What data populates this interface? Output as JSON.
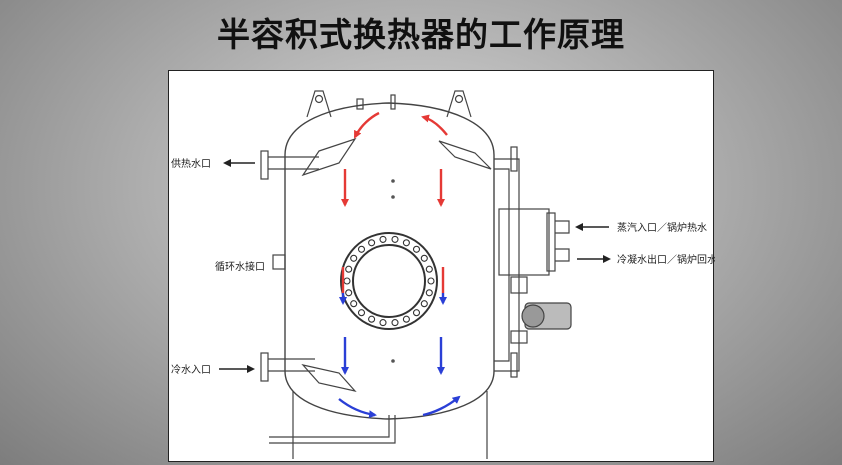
{
  "title": "半容积式换热器的工作原理",
  "labels": {
    "hot_supply_outlet": "供热水口",
    "circulation_port": "循环水接口",
    "cold_water_inlet": "冷水入口",
    "steam_inlet": "蒸汽入口／锅炉热水",
    "condensate_outlet": "冷凝水出口／锅炉回水"
  },
  "colors": {
    "hot_flow": "#e53935",
    "cold_flow": "#2a3fd6",
    "outline": "#444444"
  }
}
